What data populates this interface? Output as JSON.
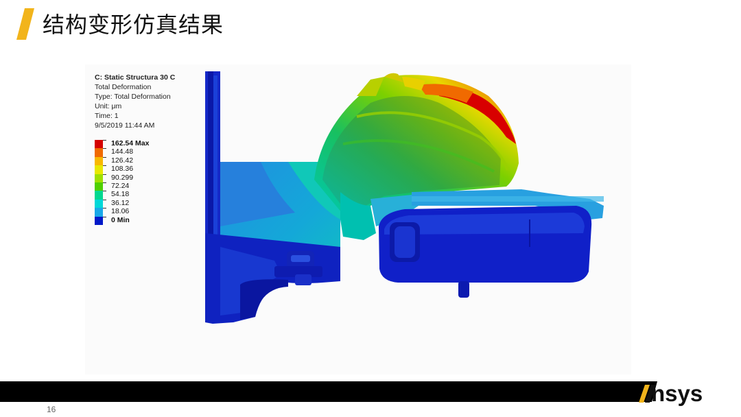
{
  "slide": {
    "title": "结构变形仿真结果",
    "page_number": "16",
    "accent_color": "#f2b41b",
    "footer_color": "#000000"
  },
  "brand": {
    "name": "nsys",
    "logo_icon": "ansys-slash-logo"
  },
  "result_info": {
    "lines": [
      "C: Static Structura 30 C",
      "Total Deformation",
      "Type: Total Deformation",
      "Unit: μm",
      "Time: 1",
      "9/5/2019 11:44 AM"
    ]
  },
  "legend": {
    "levels": [
      {
        "label": "162.54 Max",
        "color": "#d40000"
      },
      {
        "label": "144.48",
        "color": "#f06a00"
      },
      {
        "label": "126.42",
        "color": "#f8b800"
      },
      {
        "label": "108.36",
        "color": "#e8e800"
      },
      {
        "label": "90.299",
        "color": "#9fe000"
      },
      {
        "label": "72.24",
        "color": "#4fd000"
      },
      {
        "label": "54.18",
        "color": "#00d890"
      },
      {
        "label": "36.12",
        "color": "#00d8d8"
      },
      {
        "label": "18.06",
        "color": "#18a8e8"
      },
      {
        "label": "0 Min",
        "color": "#0018c8"
      }
    ]
  }
}
